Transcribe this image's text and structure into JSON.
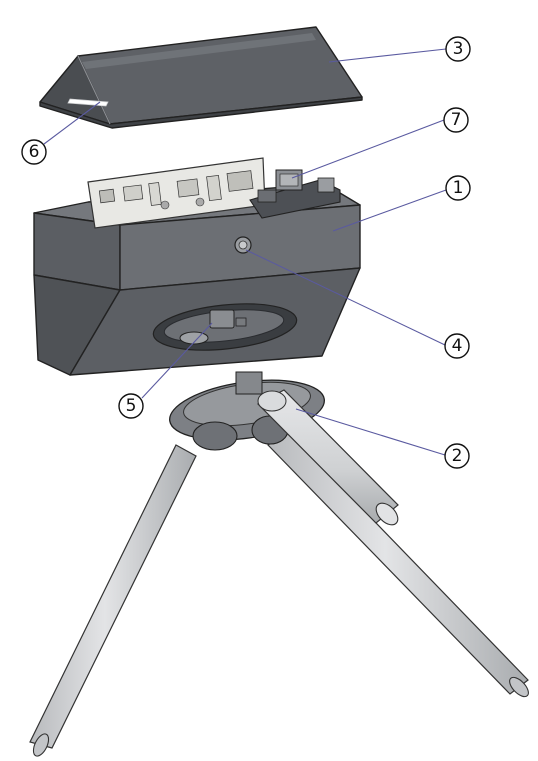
{
  "colors": {
    "housing_dark": "#54575b",
    "housing_mid": "#6a6d72",
    "housing_light": "#8a8d92",
    "arm_light": "#d4d6d8",
    "arm_shade": "#aeb1b4",
    "board": "#e6e6e2",
    "leader": "#5a5aa0"
  },
  "callouts": [
    {
      "id": "1",
      "label": "1"
    },
    {
      "id": "2",
      "label": "2"
    },
    {
      "id": "3",
      "label": "3"
    },
    {
      "id": "4",
      "label": "4"
    },
    {
      "id": "5",
      "label": "5"
    },
    {
      "id": "6",
      "label": "6"
    },
    {
      "id": "7",
      "label": "7"
    }
  ]
}
